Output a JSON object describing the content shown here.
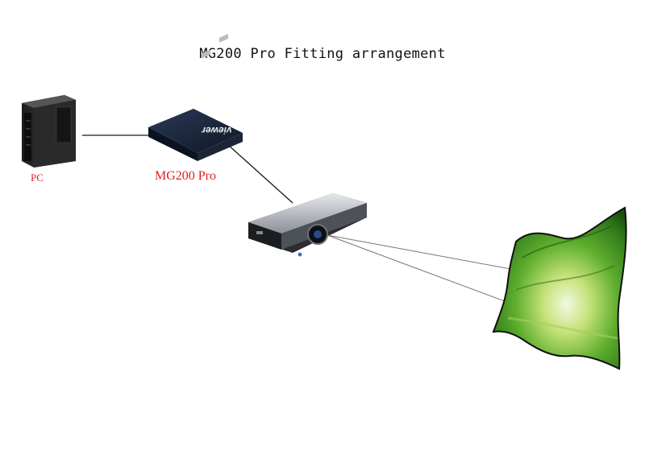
{
  "title": "MG200 Pro Fitting arrangement",
  "labels": {
    "pc": "PC",
    "device": "MG200 Pro"
  },
  "device_brand": "viewer",
  "colors": {
    "label_red": "#e02020",
    "cable": "#1a1a1a",
    "beam": "#777777",
    "screen_green": "#4aa02c"
  },
  "icons": {
    "pc": "pc-tower-icon",
    "device": "mg200-box-icon",
    "projector": "projector-icon",
    "screen": "curved-screen-icon"
  }
}
